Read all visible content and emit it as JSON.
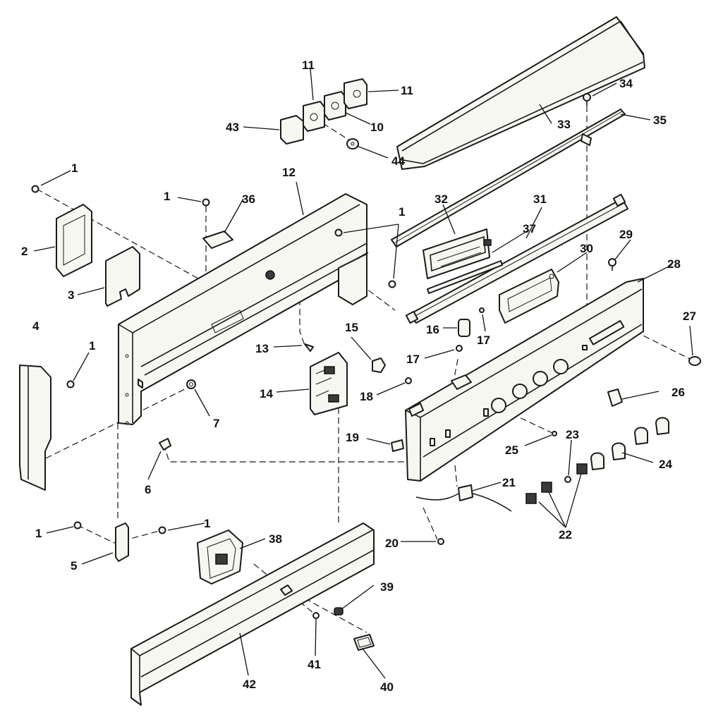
{
  "callouts": [
    {
      "id": "c1a",
      "label": "1"
    },
    {
      "id": "c1b",
      "label": "1"
    },
    {
      "id": "c1c",
      "label": "1"
    },
    {
      "id": "c1d",
      "label": "1"
    },
    {
      "id": "c1e",
      "label": "1"
    },
    {
      "id": "c1f",
      "label": "1"
    },
    {
      "id": "c2",
      "label": "2"
    },
    {
      "id": "c3",
      "label": "3"
    },
    {
      "id": "c4",
      "label": "4"
    },
    {
      "id": "c5",
      "label": "5"
    },
    {
      "id": "c6",
      "label": "6"
    },
    {
      "id": "c7",
      "label": "7"
    },
    {
      "id": "c10",
      "label": "10"
    },
    {
      "id": "c11a",
      "label": "11"
    },
    {
      "id": "c11b",
      "label": "11"
    },
    {
      "id": "c12",
      "label": "12"
    },
    {
      "id": "c13",
      "label": "13"
    },
    {
      "id": "c14",
      "label": "14"
    },
    {
      "id": "c15",
      "label": "15"
    },
    {
      "id": "c16",
      "label": "16"
    },
    {
      "id": "c17a",
      "label": "17"
    },
    {
      "id": "c17b",
      "label": "17"
    },
    {
      "id": "c18",
      "label": "18"
    },
    {
      "id": "c19",
      "label": "19"
    },
    {
      "id": "c20",
      "label": "20"
    },
    {
      "id": "c21",
      "label": "21"
    },
    {
      "id": "c22",
      "label": "22"
    },
    {
      "id": "c23",
      "label": "23"
    },
    {
      "id": "c24",
      "label": "24"
    },
    {
      "id": "c25",
      "label": "25"
    },
    {
      "id": "c26",
      "label": "26"
    },
    {
      "id": "c27",
      "label": "27"
    },
    {
      "id": "c28",
      "label": "28"
    },
    {
      "id": "c29",
      "label": "29"
    },
    {
      "id": "c30",
      "label": "30"
    },
    {
      "id": "c31",
      "label": "31"
    },
    {
      "id": "c32",
      "label": "32"
    },
    {
      "id": "c33",
      "label": "33"
    },
    {
      "id": "c34",
      "label": "34"
    },
    {
      "id": "c35",
      "label": "35"
    },
    {
      "id": "c36",
      "label": "36"
    },
    {
      "id": "c37",
      "label": "37"
    },
    {
      "id": "c38",
      "label": "38"
    },
    {
      "id": "c39",
      "label": "39"
    },
    {
      "id": "c40",
      "label": "40"
    },
    {
      "id": "c41",
      "label": "41"
    },
    {
      "id": "c42",
      "label": "42"
    },
    {
      "id": "c43",
      "label": "43"
    },
    {
      "id": "c44",
      "label": "44"
    }
  ]
}
